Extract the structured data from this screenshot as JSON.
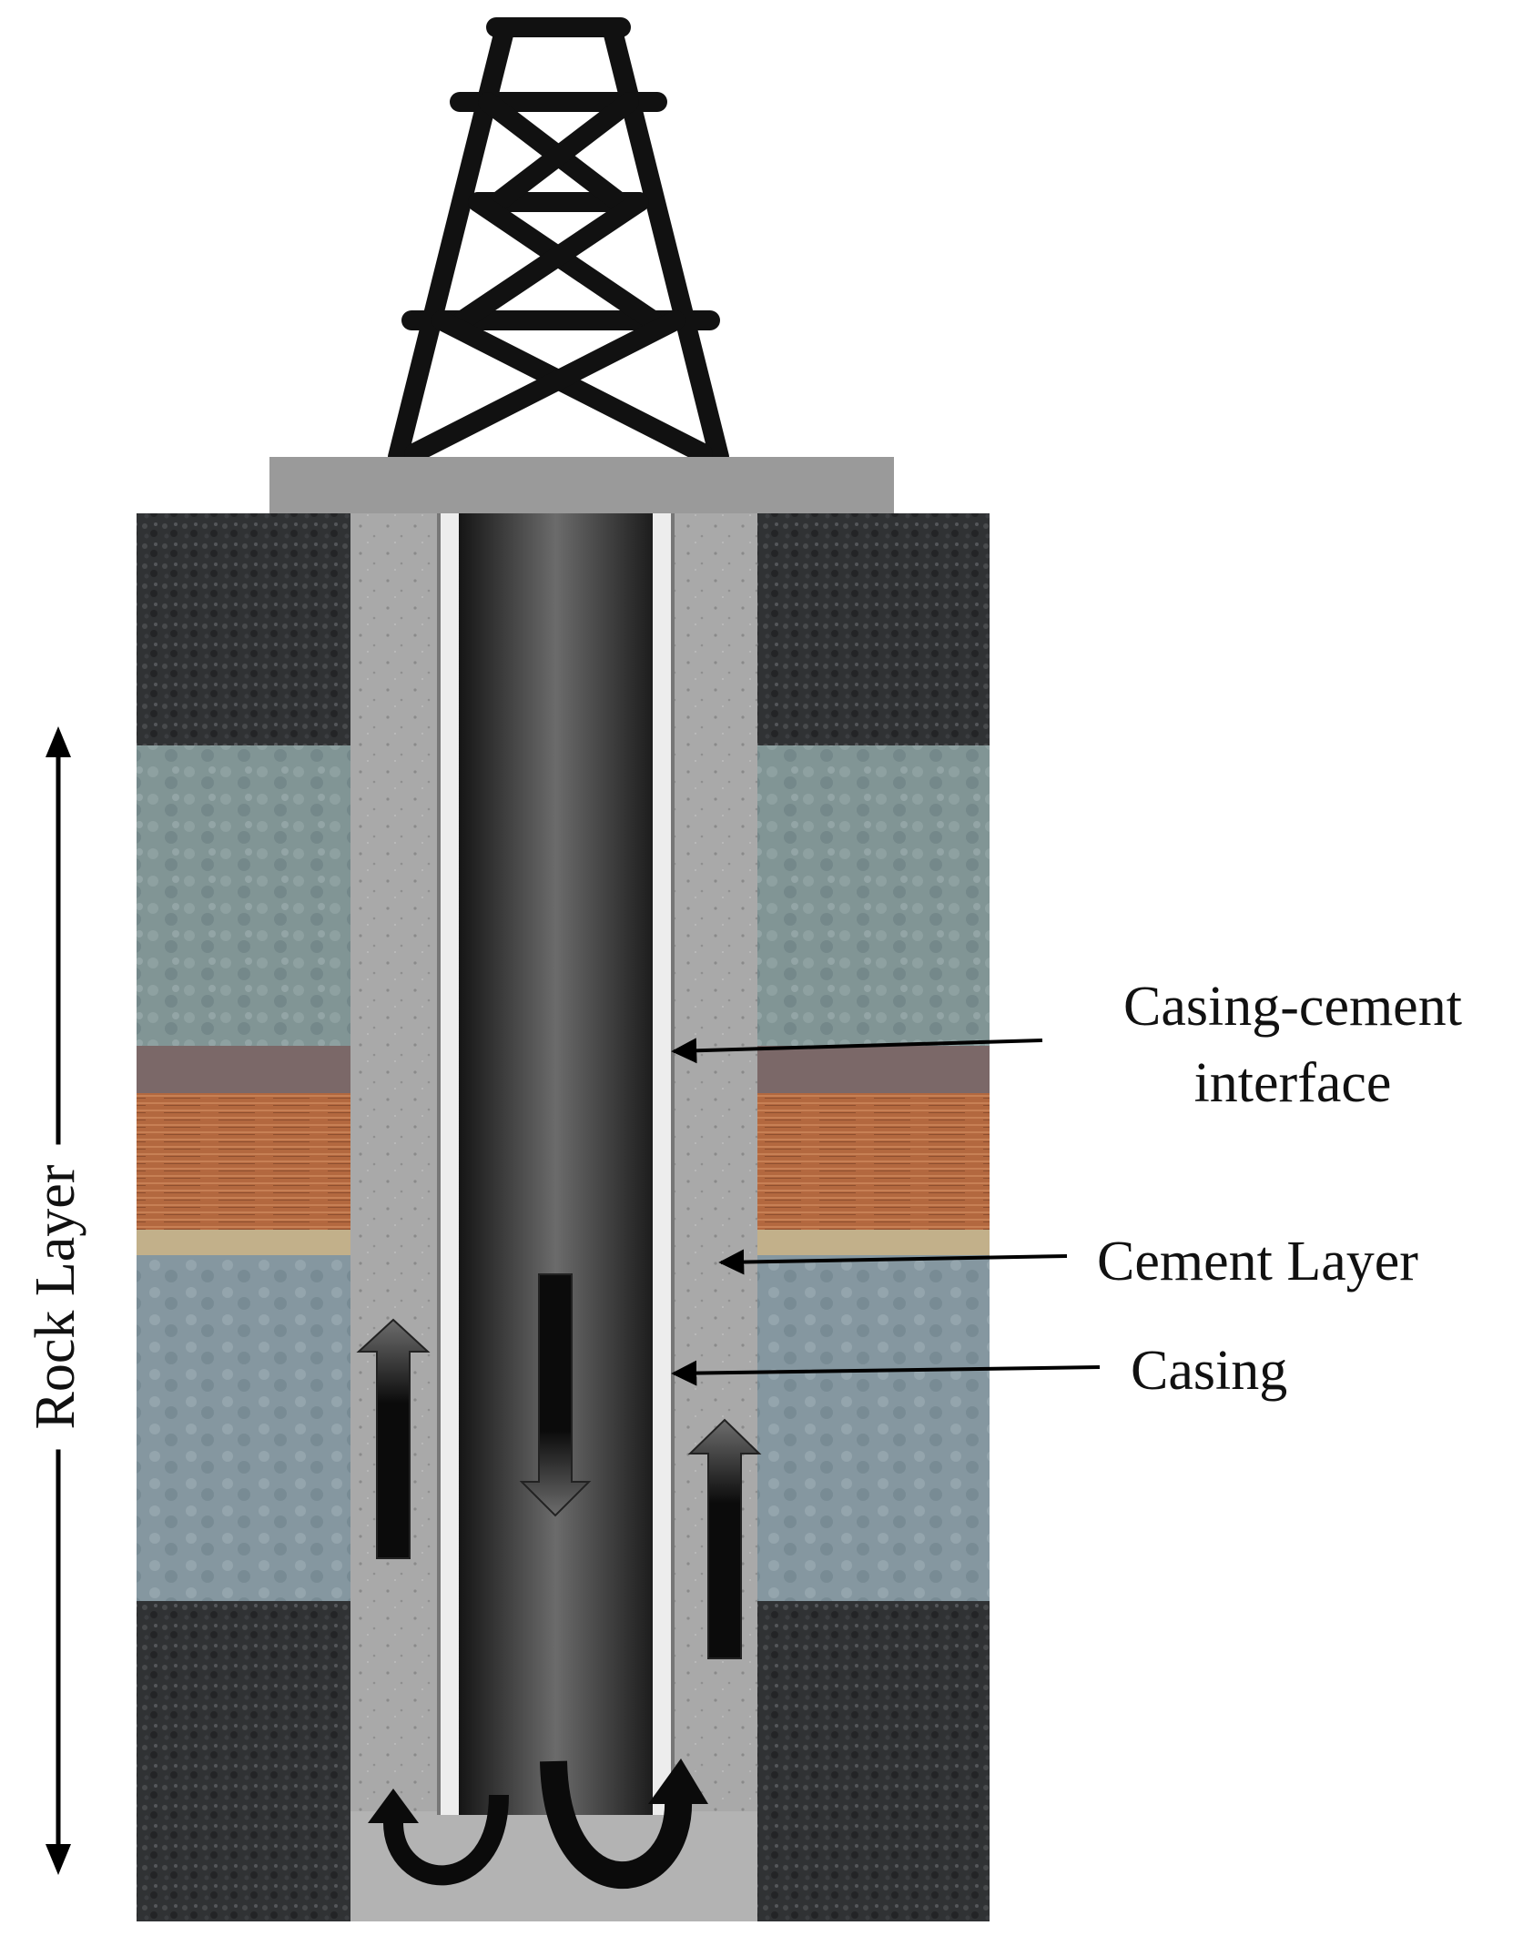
{
  "labels": {
    "casing_cement_interface_line1": "Casing-cement",
    "casing_cement_interface_line2": "interface",
    "cement_layer": "Cement Layer",
    "casing": "Casing",
    "rock_layer": "Rock Layer"
  },
  "colors": {
    "derrick": "#111111",
    "platform": "#9a9a9a",
    "dark_rock": "#2f3032",
    "grey_green_rock": "#7f9292",
    "mauve_band": "#7b6868",
    "orange_sandstone": "#b0663f",
    "tan_band": "#c2b08a",
    "cement": "#a8a8a8",
    "casing_line": "#f4f4f4",
    "bore_center": "#5a5a5a",
    "bore_edge": "#1a1a1a",
    "arrow": "#111111"
  },
  "icons": {
    "derrick": "drilling-rig-derrick-icon",
    "flow_down": "down-arrow-icon",
    "flow_up": "up-arrow-icon",
    "flow_turn": "curved-arrow-icon",
    "rock_extent": "double-headed-arrow-icon"
  }
}
